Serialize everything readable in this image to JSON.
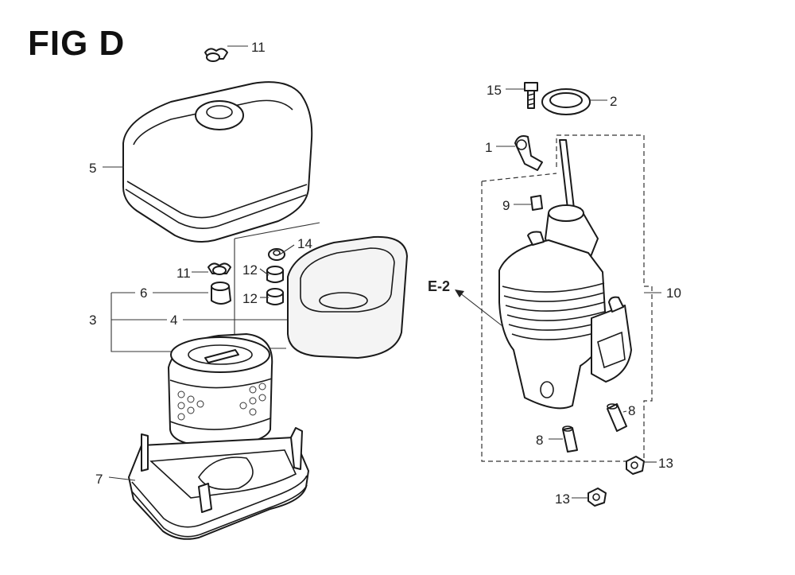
{
  "figure": {
    "title": "FIG D",
    "callouts": [
      {
        "id": "c11a",
        "label": "11"
      },
      {
        "id": "c5",
        "label": "5"
      },
      {
        "id": "c11b",
        "label": "11"
      },
      {
        "id": "c6",
        "label": "6"
      },
      {
        "id": "c3",
        "label": "3"
      },
      {
        "id": "c4",
        "label": "4"
      },
      {
        "id": "c7",
        "label": "7"
      },
      {
        "id": "c14",
        "label": "14"
      },
      {
        "id": "c12a",
        "label": "12"
      },
      {
        "id": "c12b",
        "label": "12"
      },
      {
        "id": "c15",
        "label": "15"
      },
      {
        "id": "c2",
        "label": "2"
      },
      {
        "id": "c1",
        "label": "1"
      },
      {
        "id": "c9",
        "label": "9"
      },
      {
        "id": "c10",
        "label": "10"
      },
      {
        "id": "c8a",
        "label": "8"
      },
      {
        "id": "c8b",
        "label": "8"
      },
      {
        "id": "c13a",
        "label": "13"
      },
      {
        "id": "c13b",
        "label": "13"
      }
    ],
    "reference": "E-2"
  }
}
